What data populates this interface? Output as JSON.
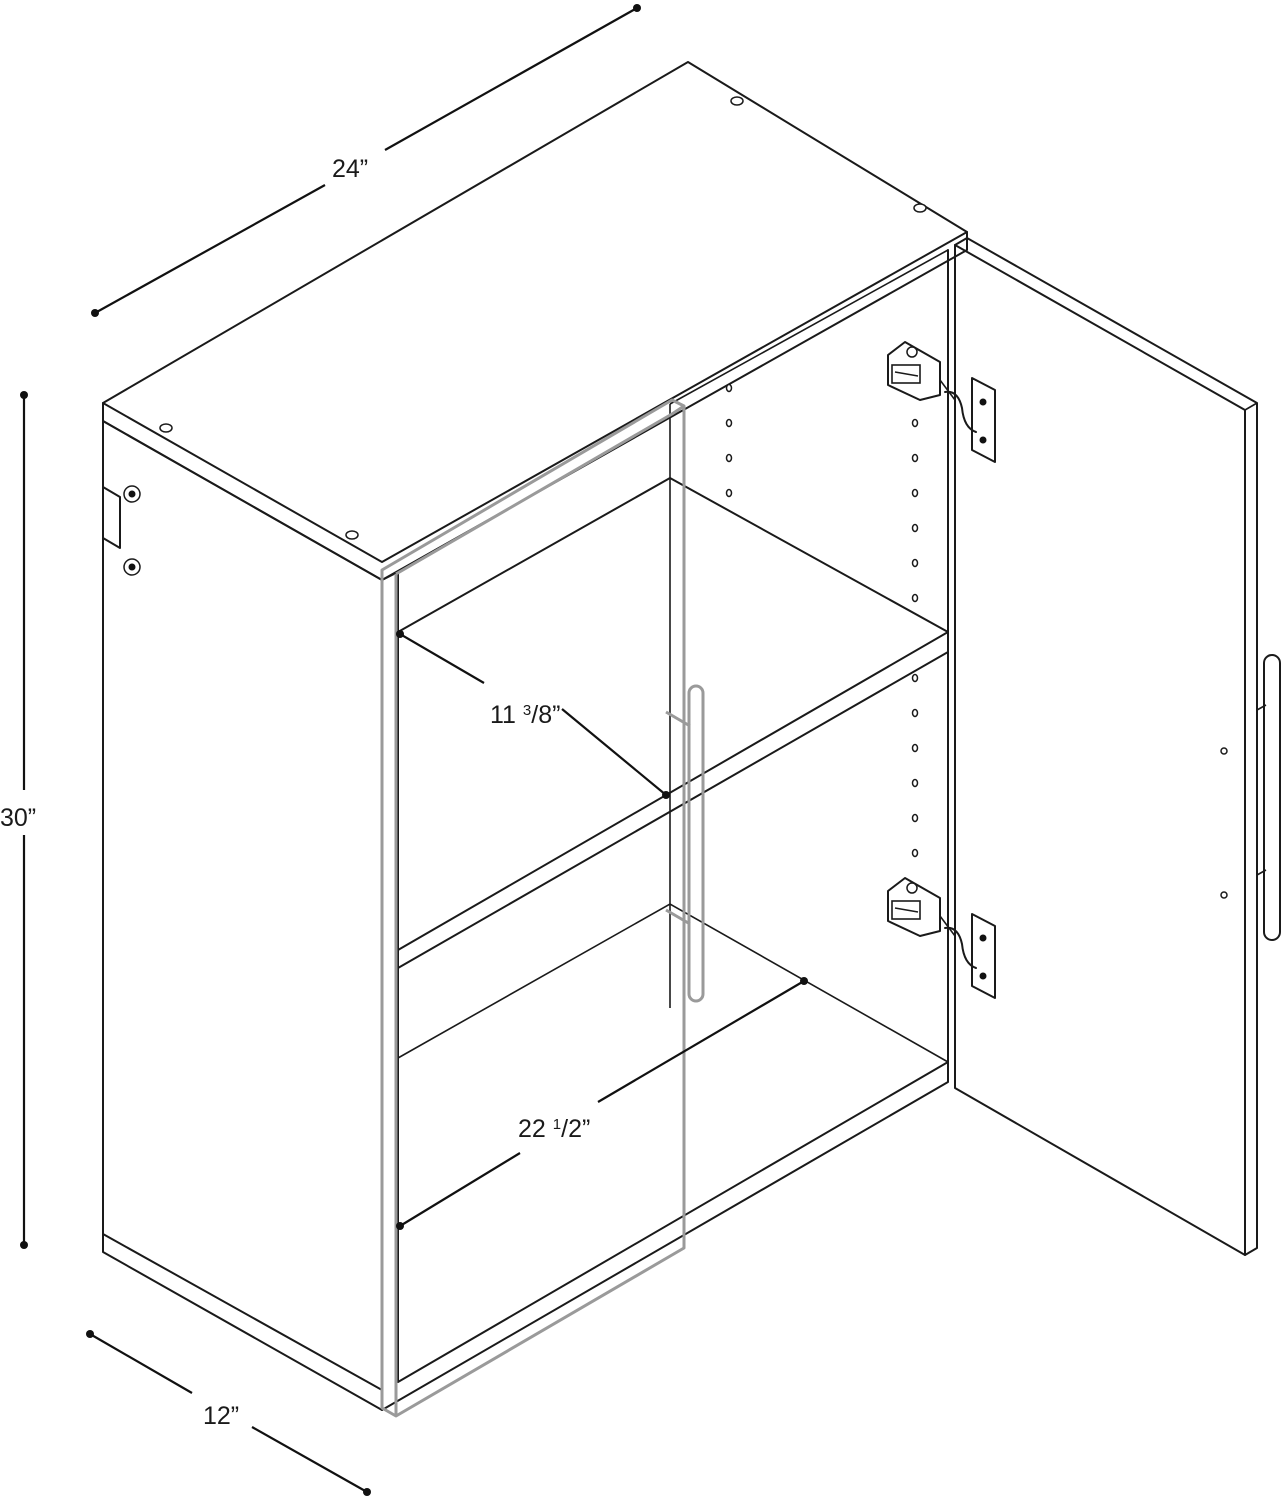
{
  "dimensions": {
    "width": "24”",
    "height": "30”",
    "depth": "12”"
  },
  "interior": {
    "shelf_gap": {
      "whole": "11 ",
      "frac_num": "3",
      "frac_den": "8”"
    },
    "inner_width": {
      "whole": "22 ",
      "frac_num": "1",
      "frac_den": "2”"
    }
  }
}
